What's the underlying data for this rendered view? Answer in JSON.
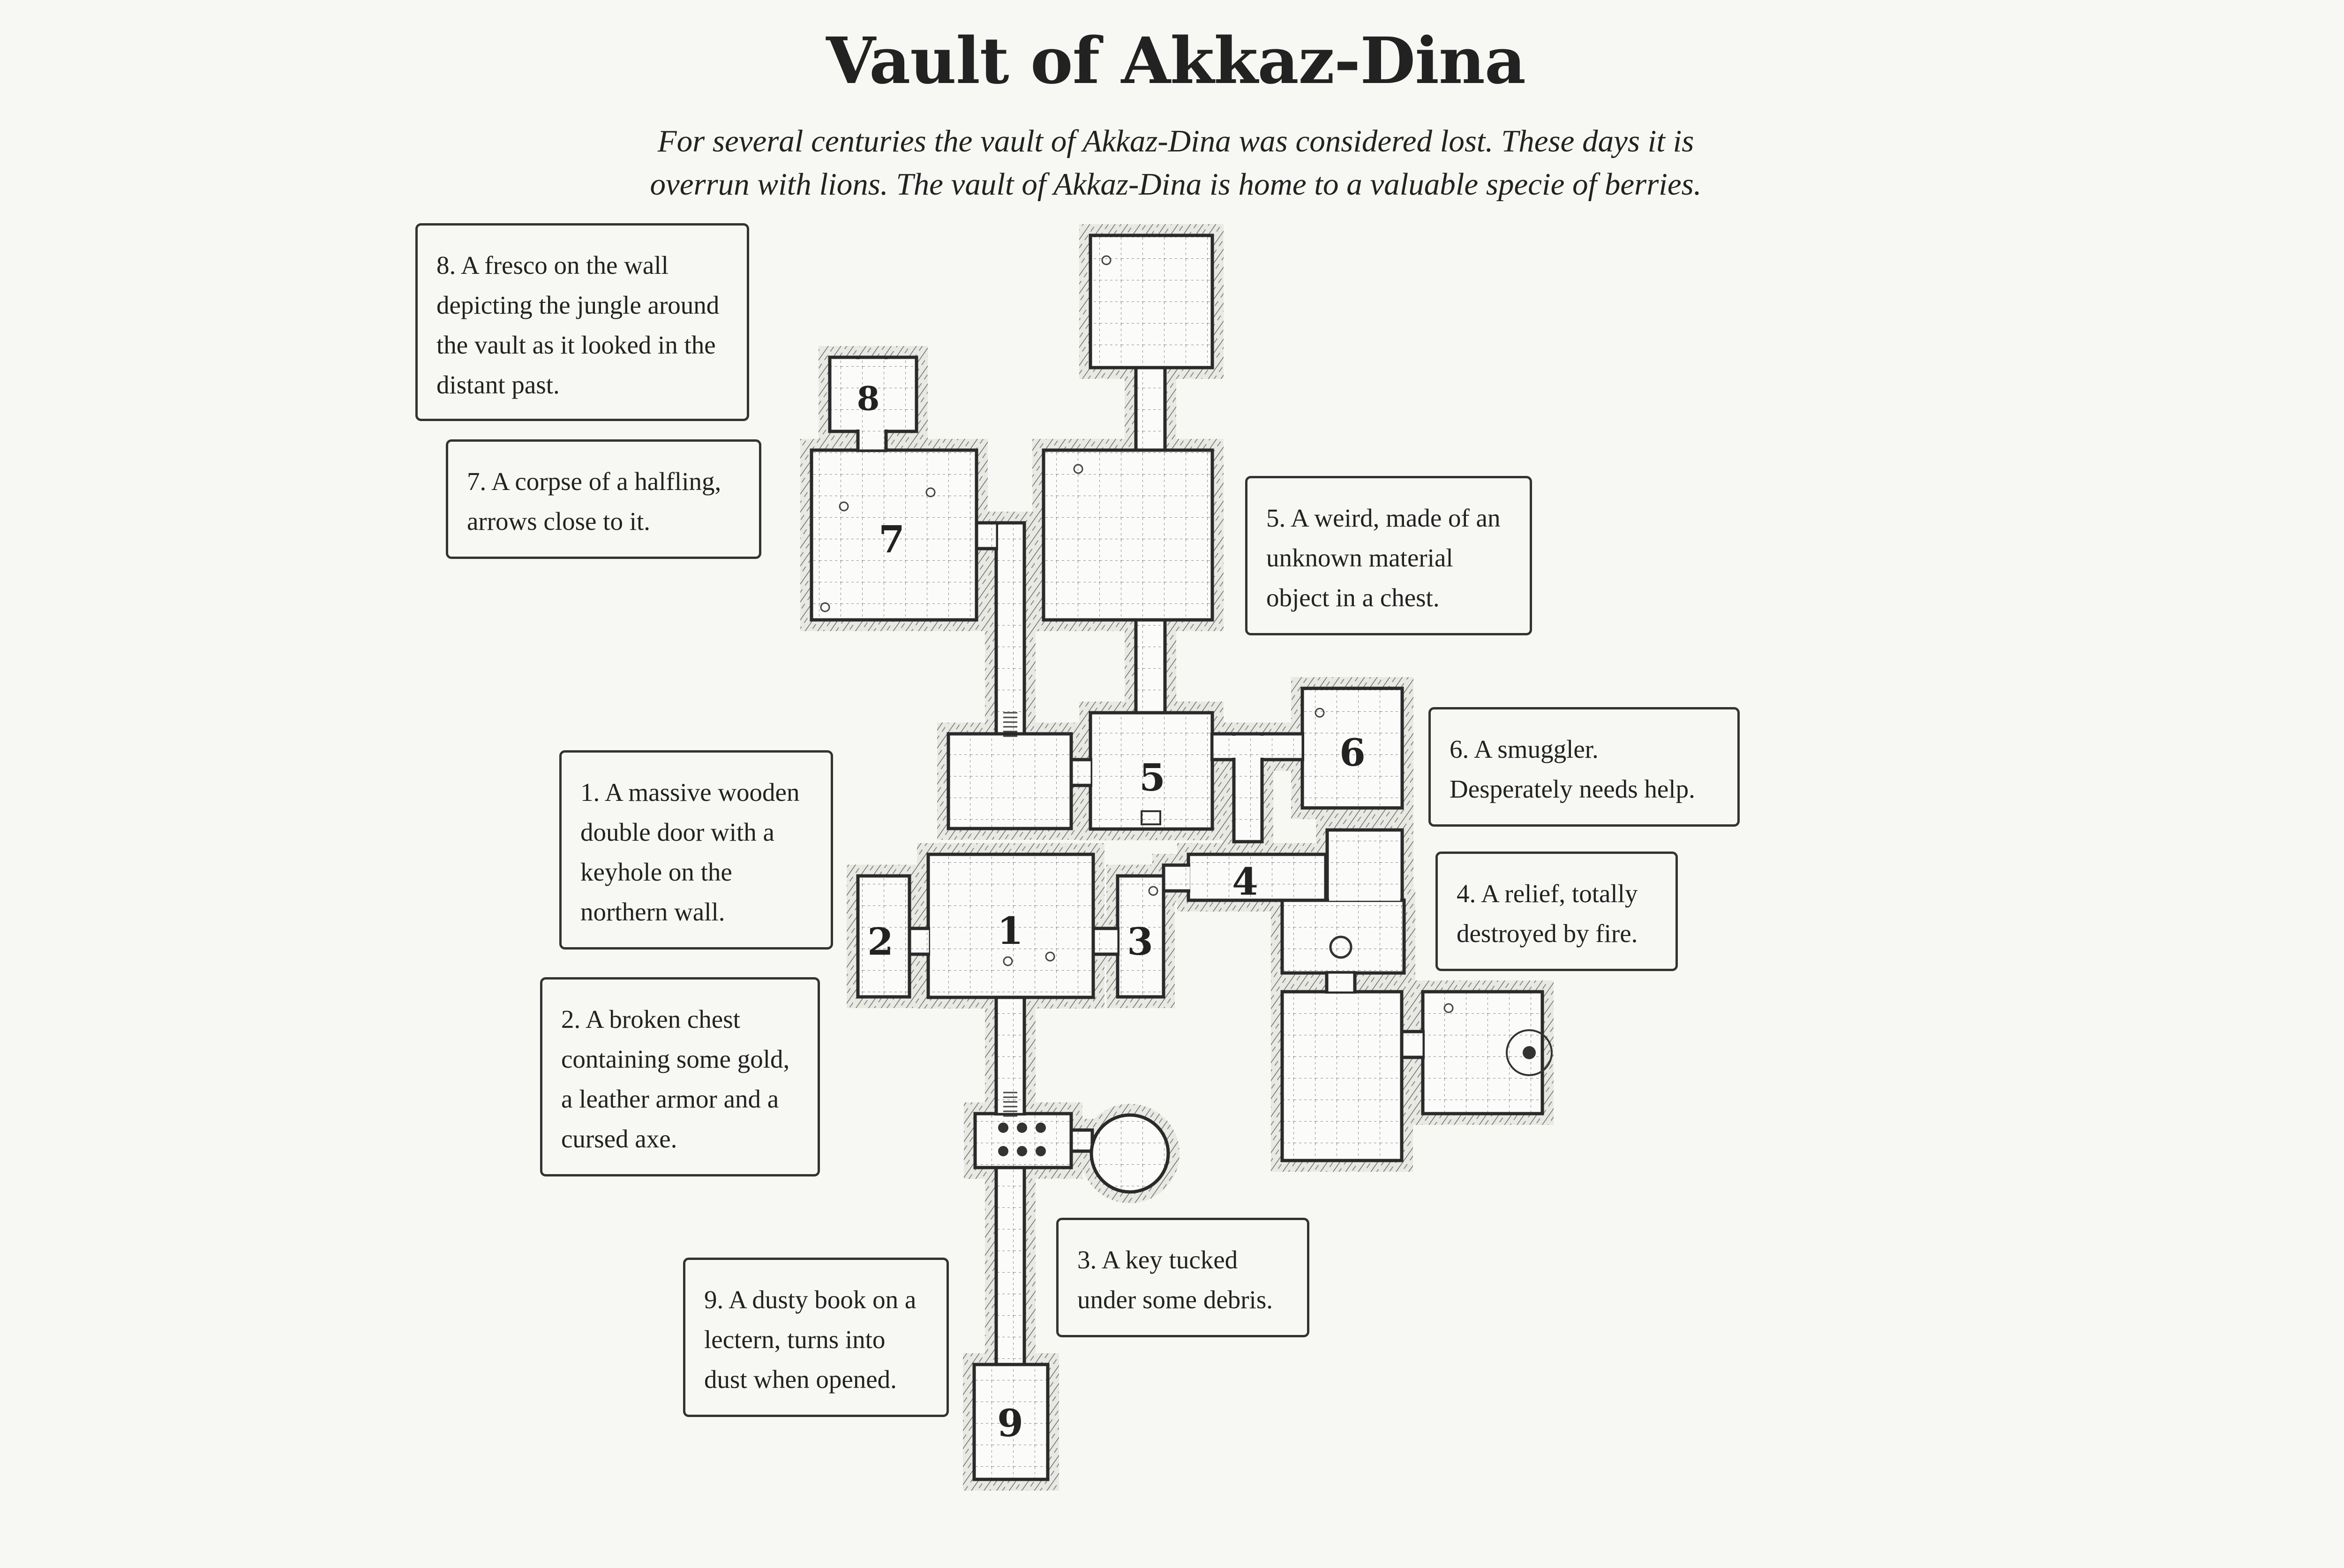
{
  "map": {
    "title": "Vault of Akkaz-Dina",
    "description": "For several centuries the vault of Akkaz-Dina was considered lost. These days it is overrun with lions. The vault of Akkaz-Dina is home to a valuable specie of berries.",
    "room_labels": [
      "1",
      "2",
      "3",
      "4",
      "5",
      "6",
      "7",
      "8",
      "9"
    ],
    "notes": [
      {
        "id": "8",
        "text": "8. A fresco on the wall depicting the jungle around the vault as it looked in the distant past."
      },
      {
        "id": "7",
        "text": "7. A corpse of a halfling, arrows close to it."
      },
      {
        "id": "5",
        "text": "5. A weird, made of an unknown material object in a chest."
      },
      {
        "id": "6",
        "text": "6. A smuggler. Desperately needs help."
      },
      {
        "id": "1",
        "text": "1. A massive wooden double door with a keyhole on the northern wall."
      },
      {
        "id": "4",
        "text": "4. A relief, totally destroyed by fire."
      },
      {
        "id": "2",
        "text": "2. A broken chest containing some gold, a leather armor and a cursed axe."
      },
      {
        "id": "3",
        "text": "3. A key tucked under some debris."
      },
      {
        "id": "9",
        "text": "9. A dusty book on a lectern, turns into dust when opened."
      }
    ]
  }
}
